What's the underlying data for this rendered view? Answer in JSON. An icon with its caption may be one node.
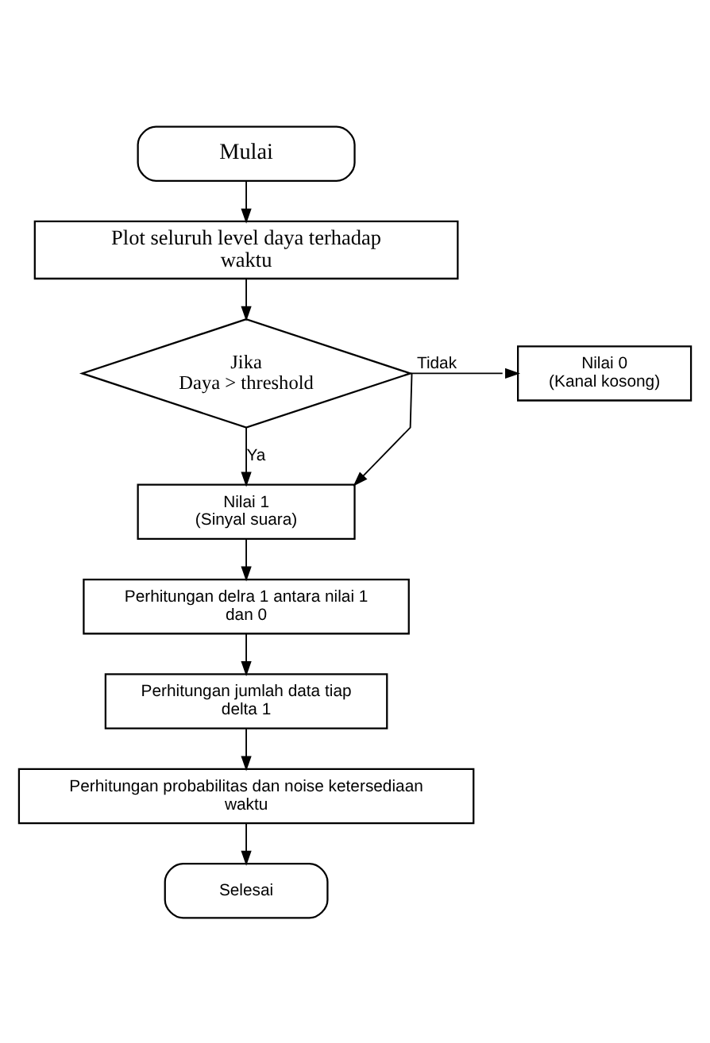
{
  "diagram": {
    "nodes": [
      {
        "text": [
          "Mulai"
        ]
      },
      {
        "text": [
          "Plot seluruh level daya terhadap waktu"
        ]
      },
      {
        "text": [
          "Jika Daya > threshold"
        ]
      },
      {
        "text": [
          "Nilai 0 (Kanal kosong)"
        ]
      },
      {
        "text": [
          "Nilai 1 (Sinyal suara)"
        ]
      },
      {
        "text": [
          "Perhitungan delra 1 antara nilai 1 dan 0"
        ]
      },
      {
        "text": [
          "Perhitungan jumlah data tiap delta 1"
        ]
      },
      {
        "text": [
          "Perhitungan probabilitas dan noise ketersediaan waktu"
        ]
      },
      {
        "text": [
          "Selesai"
        ]
      }
    ],
    "edges": [
      {
        "from": 0,
        "to": 1,
        "arrow": "to"
      },
      {
        "from": 1,
        "to": 2,
        "arrow": "to"
      },
      {
        "from": 2,
        "to": 3,
        "arrow": "to",
        "label": "Tidak"
      },
      {
        "from": 2,
        "to": 4,
        "arrow": "to",
        "label": "Ya"
      },
      {
        "from": 2,
        "to": 4,
        "arrow": "to"
      },
      {
        "from": 4,
        "to": 5,
        "arrow": "to"
      },
      {
        "from": 5,
        "to": 6,
        "arrow": "to"
      },
      {
        "from": 6,
        "to": 7,
        "arrow": "to"
      },
      {
        "from": 7,
        "to": 8,
        "arrow": "to"
      }
    ]
  }
}
